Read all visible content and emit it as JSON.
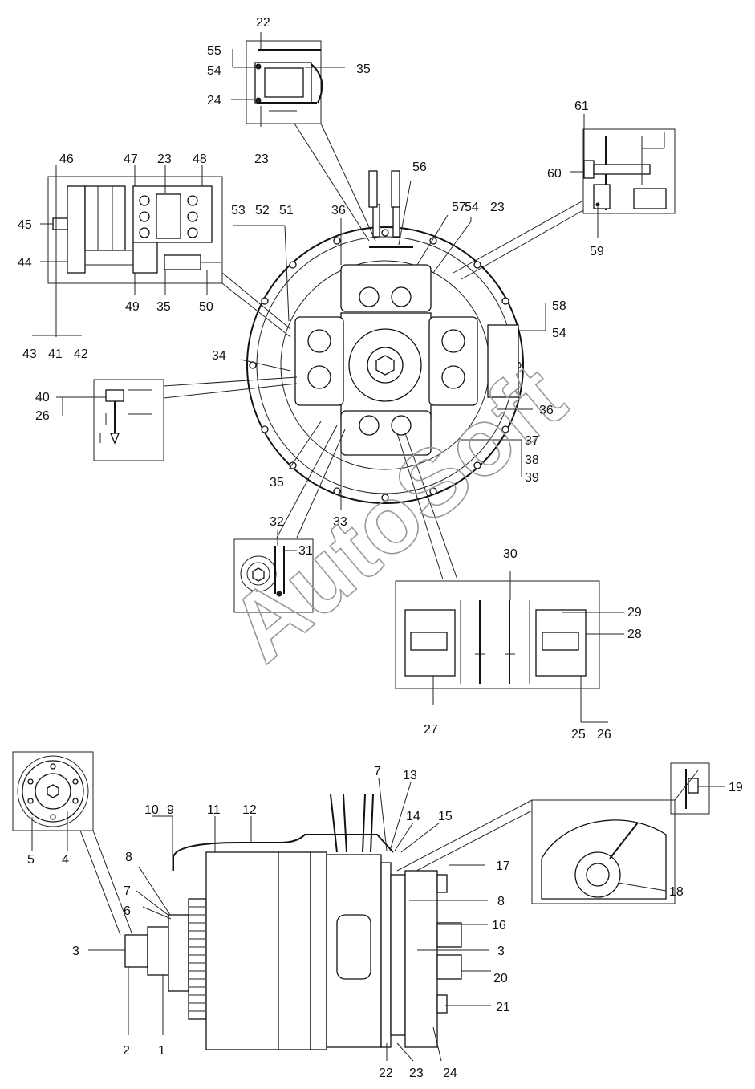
{
  "brand_mark": "AutoSoft",
  "callouts": {
    "top_detail": [
      "22",
      "55",
      "54",
      "35",
      "24",
      "23"
    ],
    "left_detail": [
      "46",
      "47",
      "23",
      "48",
      "45",
      "44",
      "49",
      "35",
      "50",
      "43",
      "41",
      "42"
    ],
    "right_detail": [
      "61",
      "60",
      "59"
    ],
    "main_view": [
      "56",
      "57",
      "54",
      "23",
      "53",
      "52",
      "51",
      "36",
      "58",
      "54",
      "34",
      "36",
      "37",
      "38",
      "39",
      "35",
      "33"
    ],
    "small_detail": [
      "40",
      "26"
    ],
    "ring_detail": [
      "32",
      "31"
    ],
    "bottom_detail": [
      "30",
      "29",
      "28",
      "27",
      "25",
      "26"
    ],
    "side_view": [
      "7",
      "13",
      "14",
      "15",
      "10",
      "9",
      "11",
      "12",
      "8",
      "7",
      "6",
      "3",
      "2",
      "1",
      "17",
      "8",
      "16",
      "3",
      "20",
      "21",
      "22",
      "23",
      "24"
    ],
    "hub_detail": [
      "5",
      "4"
    ],
    "cover_detail": [
      "19",
      "18"
    ]
  }
}
